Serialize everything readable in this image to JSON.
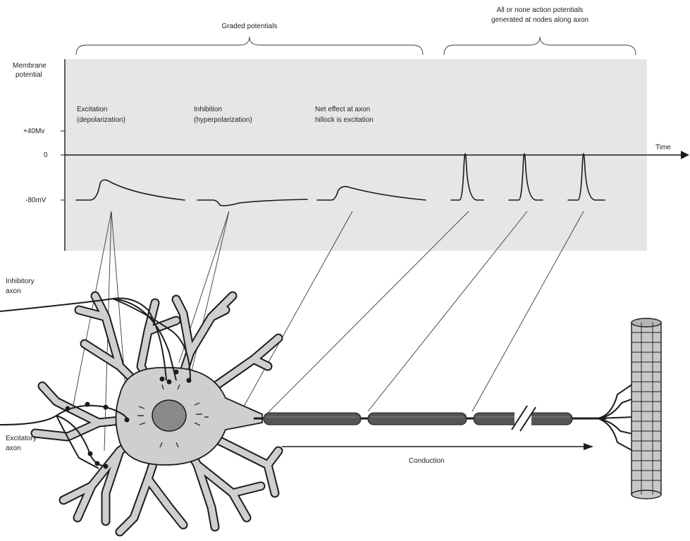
{
  "header": {
    "graded": "Graded potentials",
    "action_line1": "All or none action potentials",
    "action_line2": "generated at nodes along axon"
  },
  "axis": {
    "ylabel_line1": "Membrane",
    "ylabel_line2": "potential",
    "tick_plus40": "+40Mv",
    "tick_zero": "0",
    "tick_minus80": "-80mV",
    "xlabel": "Time"
  },
  "traces": {
    "excitation_line1": "Excitation",
    "excitation_line2": "(depolarization)",
    "inhibition_line1": "Inhibition",
    "inhibition_line2": "(hyperpolarization)",
    "net_line1": "Net effect at axon",
    "net_line2": "hillock is excitation"
  },
  "neuron": {
    "inhibitory_line1": "Inhibitory",
    "inhibitory_line2": "axon",
    "excitatory_line1": "Excitatory",
    "excitatory_line2": "axon",
    "conduction": "Conduction"
  },
  "colors": {
    "panel": "#e6e6e6",
    "cell": "#cfcfcf",
    "myelin": "#555555",
    "ink": "#1c1c1c"
  }
}
